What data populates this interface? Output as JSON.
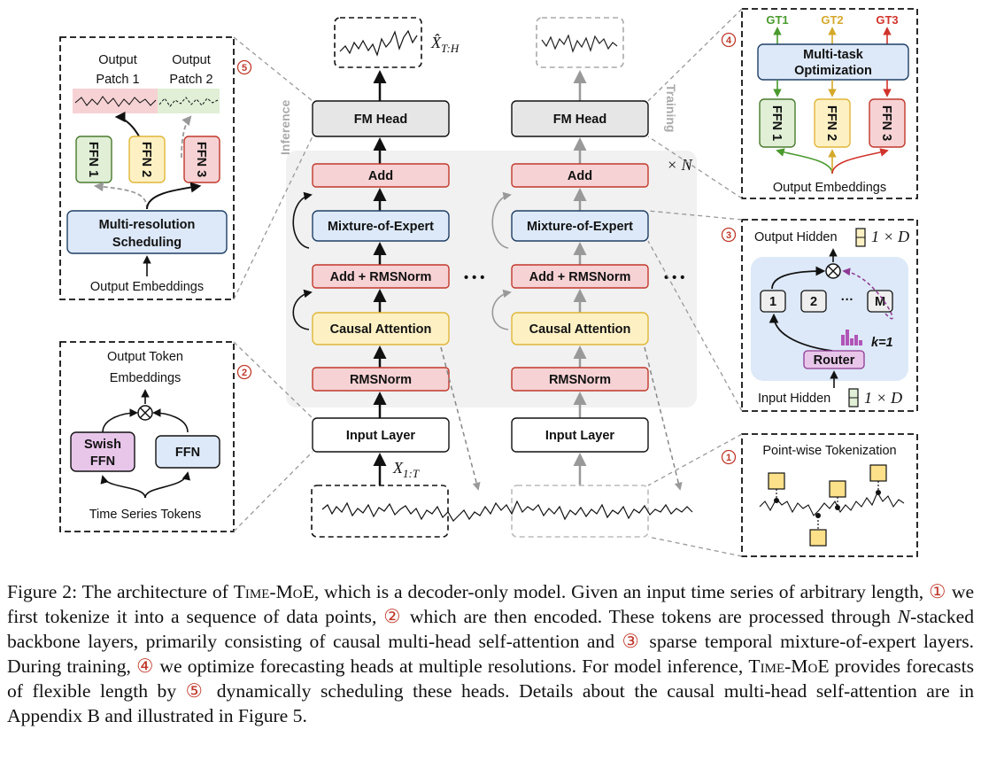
{
  "figure": {
    "labels": {
      "fm_head": "FM Head",
      "add": "Add",
      "moe": "Mixture-of-Expert",
      "add_rmsnorm": "Add + RMSNorm",
      "causal_attention": "Causal Attention",
      "rmsnorm": "RMSNorm",
      "input_layer": "Input Layer",
      "inference": "Inference",
      "training": "Training",
      "times_n": "× N",
      "x_hat": "X̂",
      "x_hat_sub": "T:H",
      "x_in": "X",
      "x_in_sub": "1:T",
      "dots": "• • •"
    },
    "panel1": {
      "number": "1",
      "title": "Point-wise Tokenization"
    },
    "panel2": {
      "number": "2",
      "title_line1": "Output Token",
      "title_line2": "Embeddings",
      "swish_line1": "Swish",
      "swish_line2": "FFN",
      "ffn": "FFN",
      "bottom": "Time Series Tokens"
    },
    "panel3": {
      "number": "3",
      "output_hidden": "Output Hidden",
      "input_hidden": "Input Hidden",
      "dim": "1 × D",
      "e1": "1",
      "e2": "2",
      "em": "M",
      "edots": "···",
      "router": "Router",
      "k": "k=1"
    },
    "panel4": {
      "number": "4",
      "gt1": "GT1",
      "gt2": "GT2",
      "gt3": "GT3",
      "mto_line1": "Multi-task",
      "mto_line2": "Optimization",
      "ffn1": "FFN 1",
      "ffn2": "FFN 2",
      "ffn3": "FFN 3",
      "bottom": "Output Embeddings"
    },
    "panel5": {
      "number": "5",
      "patch1_line1": "Output",
      "patch1_line2": "Patch 1",
      "patch2_line1": "Output",
      "patch2_line2": "Patch 2",
      "ffn1": "FFN 1",
      "ffn2": "FFN 2",
      "ffn3": "FFN 3",
      "sched_line1": "Multi-resolution",
      "sched_line2": "Scheduling",
      "bottom": "Output Embeddings"
    },
    "colors": {
      "red_fill": "#f6d2d4",
      "red_stroke": "#c0392b",
      "yellow_fill": "#fdf1c4",
      "yellow_stroke": "#e0b63a",
      "blue_fill": "#dde9f8",
      "blue_stroke": "#1f3f66",
      "green_fill": "#e0efd6",
      "gray_fill": "#e6e6e6",
      "backbone_bg": "#f1f1f1",
      "router_fill": "#e8c6ea",
      "router_stroke": "#8e3a95"
    }
  },
  "caption": {
    "p1": "Figure 2: The architecture of ",
    "model": "Time-MoE",
    "p2": ", which is a decoder-only model. Given an input time series of arbitrary length, ",
    "c1": "①",
    "p3": " we first tokenize it into a sequence of data points, ",
    "c2": "②",
    "p4": " which are then encoded. These tokens are processed through ",
    "n": "N",
    "p5": "-stacked backbone layers, primarily consisting of causal multi-head self-attention and ",
    "c3": "③",
    "p6": " sparse temporal mixture-of-expert layers. During training, ",
    "c4": "④",
    "p7": " we optimize forecasting heads at multiple resolutions. For model inference, ",
    "model2": "Time-MoE",
    "p8": " provides forecasts of flexible length by ",
    "c5": "⑤",
    "p9": " dynamically scheduling these heads. Details about the causal multi-head self-attention are in Appendix B and illustrated in Figure 5."
  }
}
